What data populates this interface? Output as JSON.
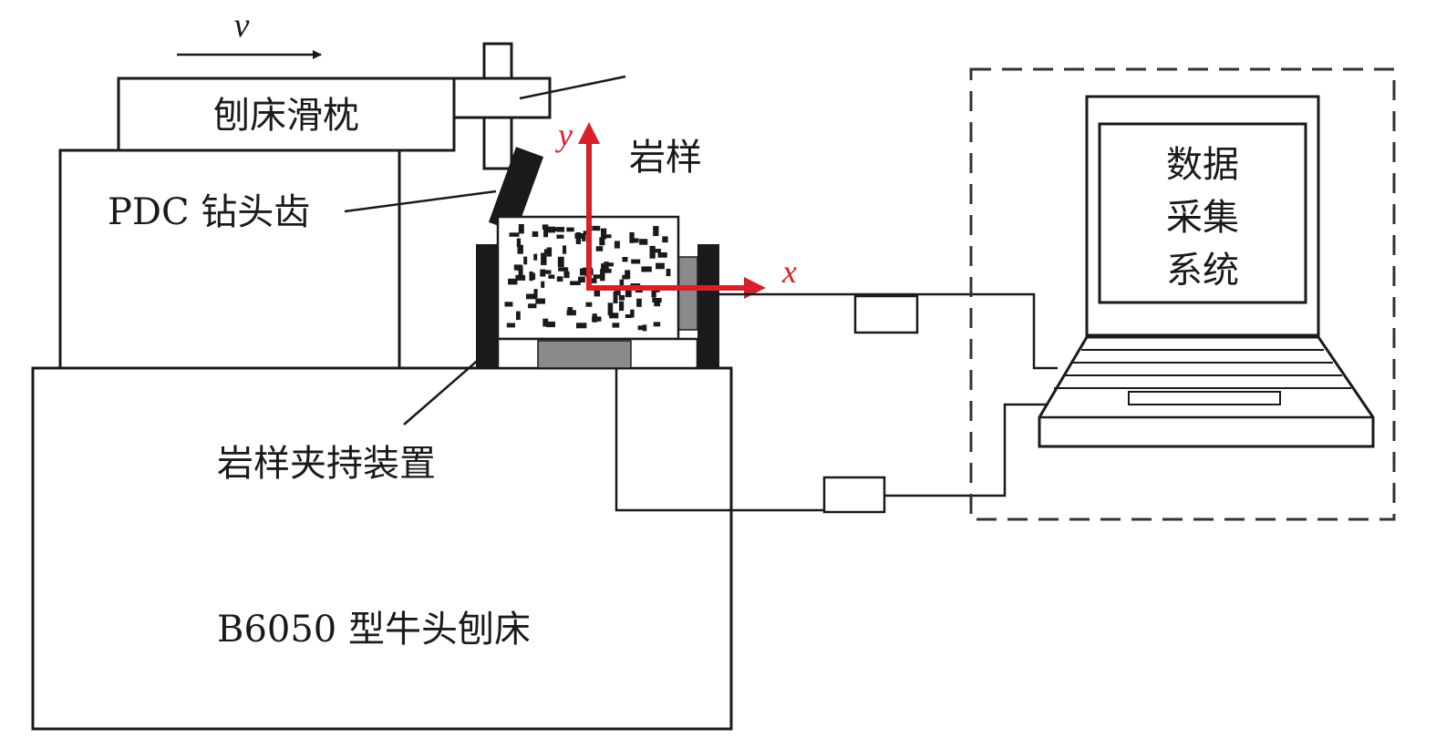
{
  "diagram": {
    "labels": {
      "velocity": "v",
      "ram": "刨床滑枕",
      "cutter": "PDC 钻头齿",
      "rock": "岩样",
      "clamp": "岩样夹持装置",
      "machine": "B6050 型牛头刨床",
      "daq_line1": "数据",
      "daq_line2": "采集",
      "daq_line3": "系统",
      "axis_x": "x",
      "axis_y": "y"
    },
    "colors": {
      "axis": "#d9202a",
      "stroke": "#1a1a1a",
      "clamp_fill": "#1a1a1a",
      "sensor_fill": "#8a8a8a"
    }
  }
}
